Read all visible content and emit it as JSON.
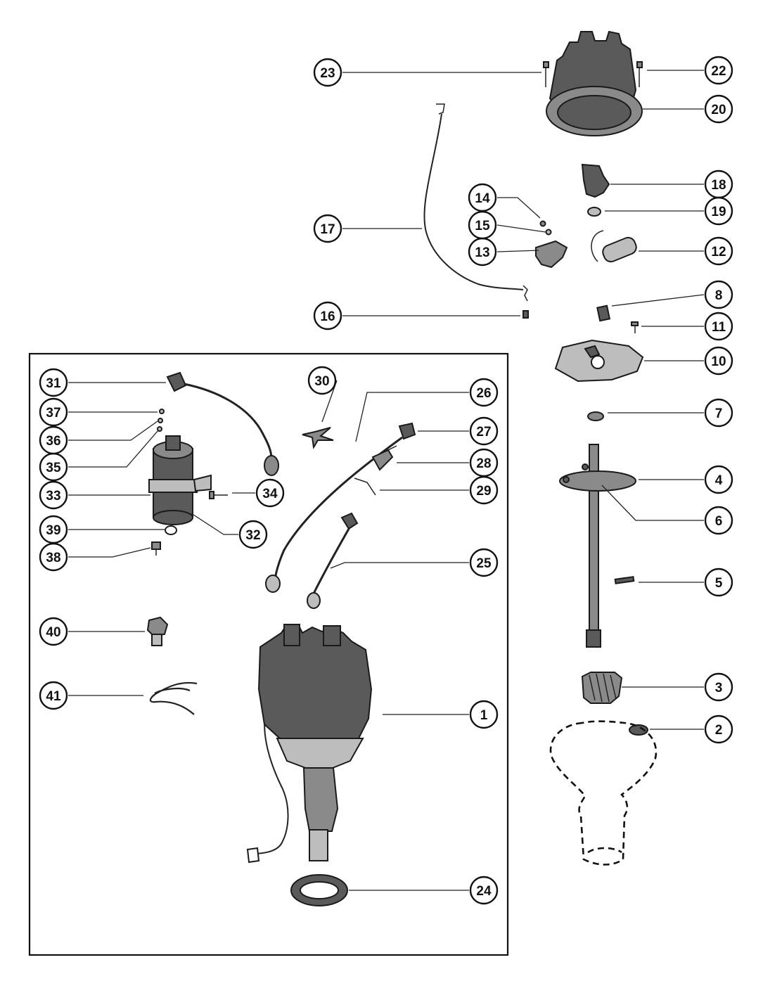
{
  "callouts": [
    {
      "num": "1",
      "name": "distributor-assembly"
    },
    {
      "num": "2",
      "name": "engine-block-housing"
    },
    {
      "num": "3",
      "name": "drive-gear"
    },
    {
      "num": "4",
      "name": "cam-weight-base"
    },
    {
      "num": "5",
      "name": "roll-pin"
    },
    {
      "num": "6",
      "name": "weight-plate"
    },
    {
      "num": "7",
      "name": "washer"
    },
    {
      "num": "8",
      "name": "bushing"
    },
    {
      "num": "10",
      "name": "breaker-plate"
    },
    {
      "num": "11",
      "name": "screw"
    },
    {
      "num": "12",
      "name": "condenser"
    },
    {
      "num": "13",
      "name": "contact-point-set"
    },
    {
      "num": "14",
      "name": "screw"
    },
    {
      "num": "15",
      "name": "washer"
    },
    {
      "num": "16",
      "name": "grommet"
    },
    {
      "num": "17",
      "name": "primary-lead"
    },
    {
      "num": "18",
      "name": "rotor"
    },
    {
      "num": "19",
      "name": "felt-wick"
    },
    {
      "num": "20",
      "name": "distributor-cap"
    },
    {
      "num": "22",
      "name": "cap-screw"
    },
    {
      "num": "23",
      "name": "cap-screw"
    },
    {
      "num": "24",
      "name": "gasket"
    },
    {
      "num": "25",
      "name": "spark-plug-lead"
    },
    {
      "num": "26",
      "name": "coil-lead"
    },
    {
      "num": "27",
      "name": "boot"
    },
    {
      "num": "28",
      "name": "terminal"
    },
    {
      "num": "29",
      "name": "clip"
    },
    {
      "num": "30",
      "name": "retainer"
    },
    {
      "num": "31",
      "name": "high-tension-lead"
    },
    {
      "num": "32",
      "name": "coil"
    },
    {
      "num": "33",
      "name": "coil-bracket"
    },
    {
      "num": "34",
      "name": "screw"
    },
    {
      "num": "35",
      "name": "nut"
    },
    {
      "num": "36",
      "name": "lockwasher"
    },
    {
      "num": "37",
      "name": "nut"
    },
    {
      "num": "38",
      "name": "bolt"
    },
    {
      "num": "39",
      "name": "washer"
    },
    {
      "num": "40",
      "name": "clamp-bolt"
    },
    {
      "num": "41",
      "name": "wire-clip"
    }
  ]
}
